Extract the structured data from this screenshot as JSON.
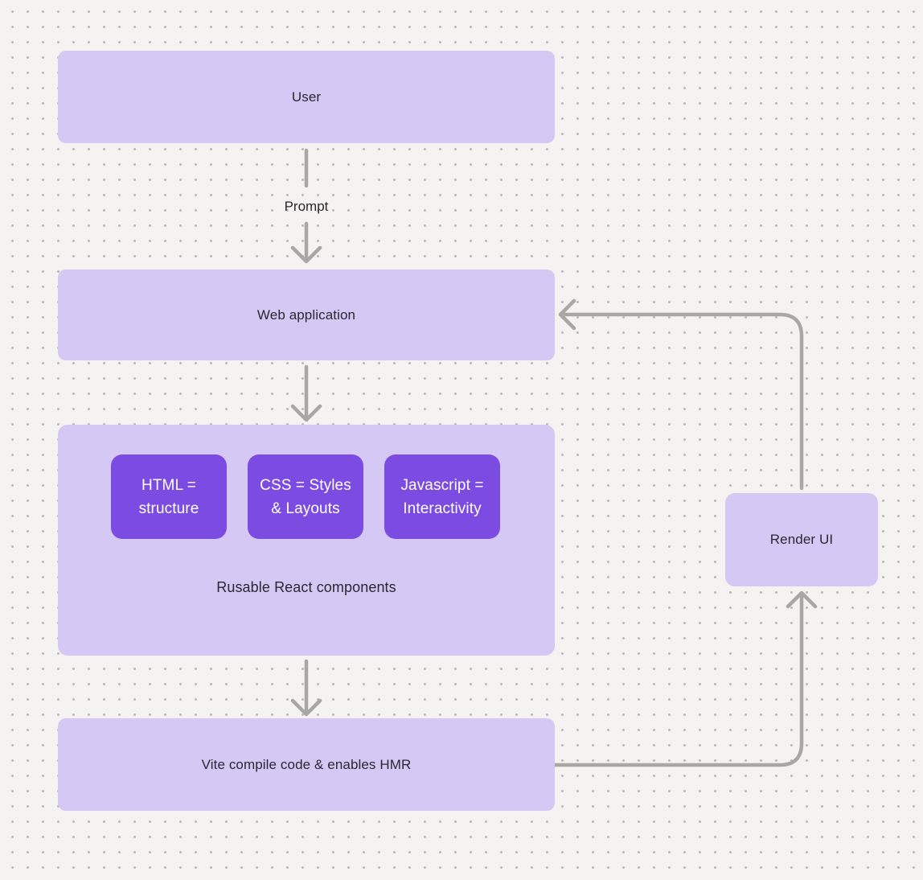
{
  "diagram": {
    "nodes": {
      "user": {
        "label": "User"
      },
      "web_app": {
        "label": "Web application"
      },
      "components": {
        "label": "Rusable React components",
        "children": [
          {
            "label": "HTML = structure"
          },
          {
            "label": "CSS = Styles & Layouts"
          },
          {
            "label": "Javascript = Interactivity"
          }
        ]
      },
      "vite": {
        "label": "Vite compile code & enables HMR"
      },
      "render_ui": {
        "label": "Render UI"
      }
    },
    "edges": {
      "prompt_label": "Prompt"
    },
    "colors": {
      "background": "#f4f3f1",
      "dot": "#bcbab8",
      "node_fill": "#d6c8f4",
      "node_fill_accent": "#7c4be1",
      "arrow": "#a9a7a5",
      "text_dark": "#2a2830",
      "text_light": "#ffffff"
    }
  }
}
